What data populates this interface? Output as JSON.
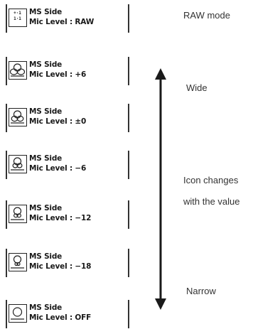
{
  "items": [
    {
      "line1": "MS Side",
      "line2": "Mic Level : RAW",
      "icon": "raw-mode-icon",
      "icon_glyph": "M+S / S-S"
    },
    {
      "line1": "MS Side",
      "line2": "Mic Level : +6",
      "icon": "ms-wide-icon"
    },
    {
      "line1": "MS Side",
      "line2": "Mic Level : ±0",
      "icon": "ms-wide-icon"
    },
    {
      "line1": "MS Side",
      "line2": "Mic Level : −6",
      "icon": "ms-medium-icon"
    },
    {
      "line1": "MS Side",
      "line2": "Mic Level : −12",
      "icon": "ms-medium-icon"
    },
    {
      "line1": "MS Side",
      "line2": "Mic Level : −18",
      "icon": "ms-narrow-icon"
    },
    {
      "line1": "MS Side",
      "line2": "Mic Level : OFF",
      "icon": "ms-off-icon"
    }
  ],
  "annotations": {
    "raw_mode": "RAW mode",
    "wide": "Wide",
    "icon_changes_1": "Icon changes",
    "icon_changes_2": "with the value",
    "narrow": "Narrow"
  },
  "colors": {
    "ink": "#1a1a1a",
    "arrow": "#1a1a1a"
  }
}
